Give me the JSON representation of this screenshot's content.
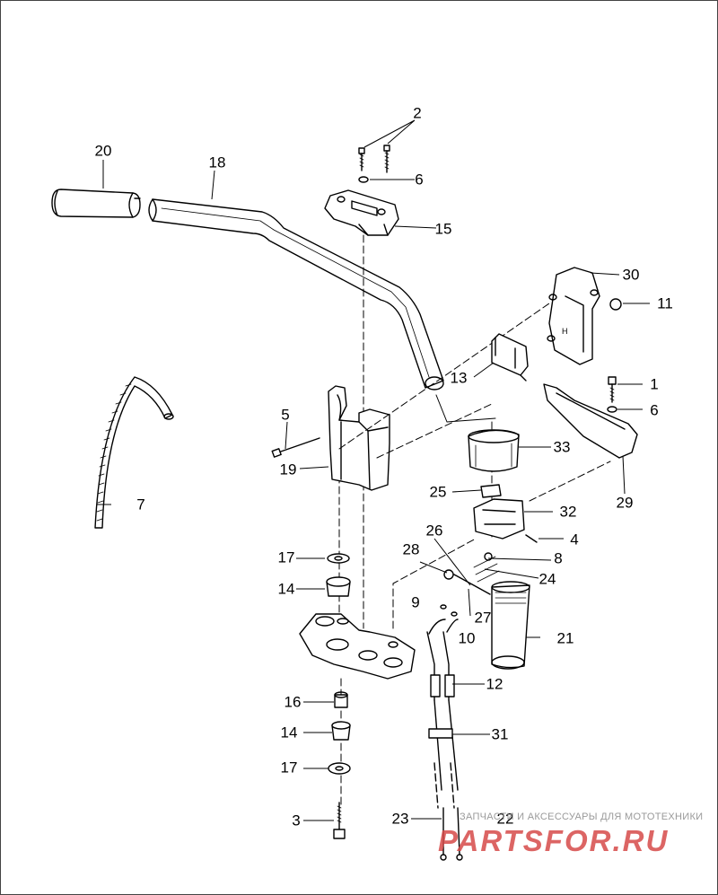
{
  "diagram": {
    "callouts": [
      {
        "id": "c1",
        "text": "1"
      },
      {
        "id": "c2",
        "text": "2"
      },
      {
        "id": "c3",
        "text": "3"
      },
      {
        "id": "c4",
        "text": "4"
      },
      {
        "id": "c5",
        "text": "5"
      },
      {
        "id": "c6a",
        "text": "6"
      },
      {
        "id": "c6b",
        "text": "6"
      },
      {
        "id": "c7",
        "text": "7"
      },
      {
        "id": "c8",
        "text": "8"
      },
      {
        "id": "c9",
        "text": "9"
      },
      {
        "id": "c10",
        "text": "10"
      },
      {
        "id": "c11",
        "text": "11"
      },
      {
        "id": "c12",
        "text": "12"
      },
      {
        "id": "c13",
        "text": "13"
      },
      {
        "id": "c14a",
        "text": "14"
      },
      {
        "id": "c14b",
        "text": "14"
      },
      {
        "id": "c15",
        "text": "15"
      },
      {
        "id": "c16",
        "text": "16"
      },
      {
        "id": "c17a",
        "text": "17"
      },
      {
        "id": "c17b",
        "text": "17"
      },
      {
        "id": "c18",
        "text": "18"
      },
      {
        "id": "c19",
        "text": "19"
      },
      {
        "id": "c20",
        "text": "20"
      },
      {
        "id": "c21",
        "text": "21"
      },
      {
        "id": "c22",
        "text": "22"
      },
      {
        "id": "c23",
        "text": "23"
      },
      {
        "id": "c24",
        "text": "24"
      },
      {
        "id": "c25",
        "text": "25"
      },
      {
        "id": "c26",
        "text": "26"
      },
      {
        "id": "c27",
        "text": "27"
      },
      {
        "id": "c28",
        "text": "28"
      },
      {
        "id": "c29",
        "text": "29"
      },
      {
        "id": "c30",
        "text": "30"
      },
      {
        "id": "c31",
        "text": "31"
      },
      {
        "id": "c32",
        "text": "32"
      },
      {
        "id": "c33",
        "text": "33"
      }
    ]
  },
  "watermark": {
    "text": "ЗАПЧАСТИ И АКСЕССУАРЫ ДЛЯ МОТОТЕХНИКИ",
    "logo": "PARTSFOR.RU",
    "logo_color": "#d64b49"
  },
  "colors": {
    "line": "#000000",
    "background": "#ffffff",
    "frame": "#444444"
  }
}
